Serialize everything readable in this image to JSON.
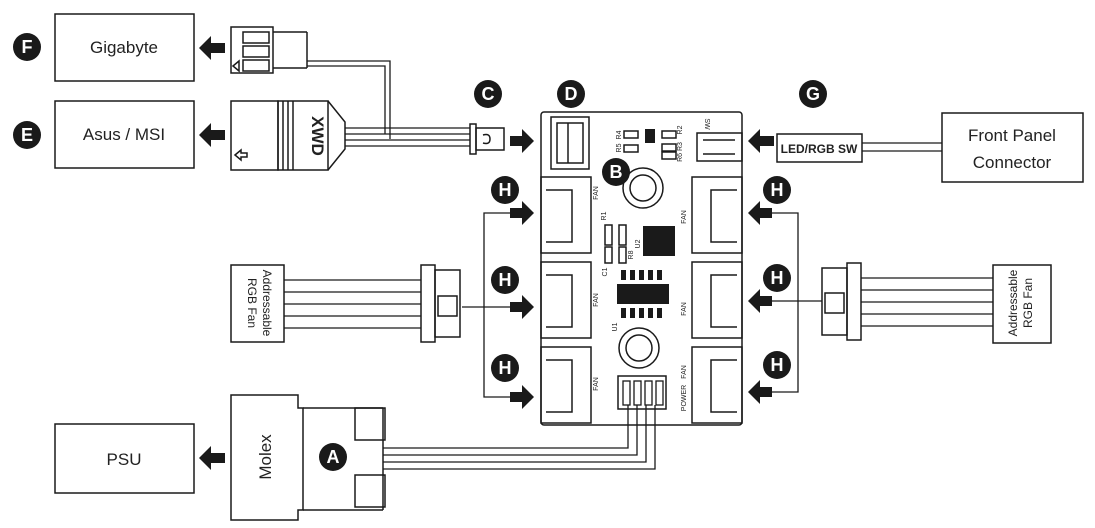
{
  "colors": {
    "ink": "#1a1a1a",
    "paper": "#ffffff",
    "callout": "#1a1a1a"
  },
  "callouts": {
    "a": "A",
    "b": "B",
    "c": "C",
    "d": "D",
    "e": "E",
    "f": "F",
    "g": "G",
    "h": "H"
  },
  "boxes": {
    "gigabyte": "Gigabyte",
    "asus_msi": "Asus / MSI",
    "psu": "PSU",
    "front_panel_line1": "Front Panel",
    "front_panel_line2": "Connector"
  },
  "connectors": {
    "xwd": "XWD",
    "molex": "Molex",
    "led_rgb_sw": "LED/RGB SW",
    "left_fan_line1": "Addressable",
    "left_fan_line2": "RGB Fan",
    "right_fan_line1": "Addressable",
    "right_fan_line2": "RGB Fan"
  },
  "board": {
    "fan": "FAN",
    "power": "POWER",
    "sw": "SW",
    "r1": "R1",
    "r2": "R2",
    "r4": "R4",
    "r5": "R5",
    "r6r3": "R6 R3",
    "r8": "R8",
    "c1": "C1",
    "u1": "U1",
    "u2": "U2"
  }
}
